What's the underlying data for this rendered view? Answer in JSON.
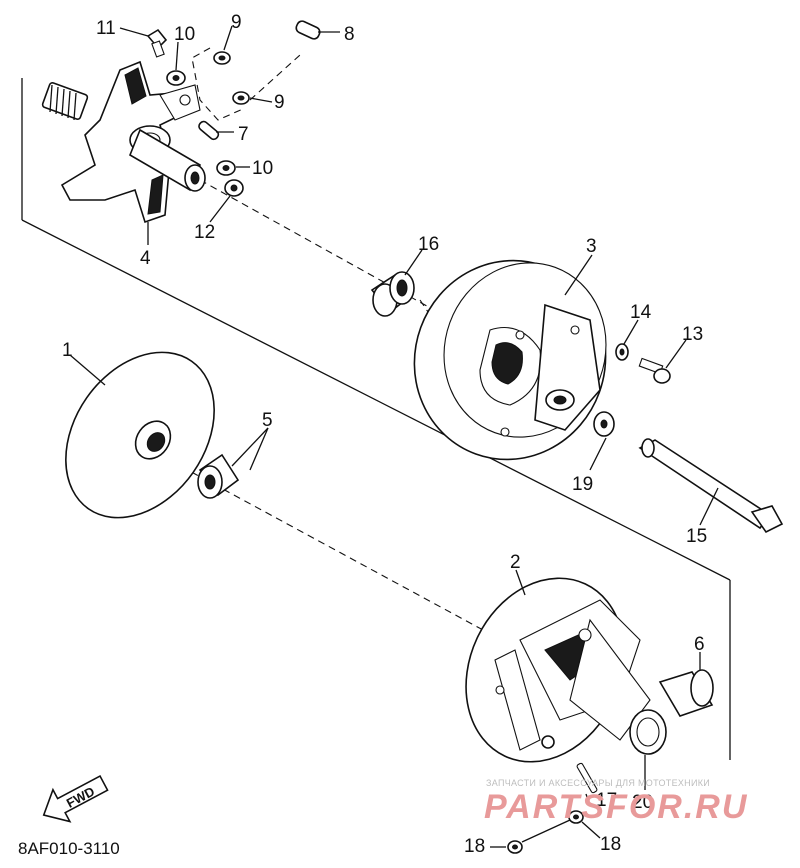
{
  "diagram_code": "8AF010-3110",
  "fwd_label": "FWD",
  "watermark": {
    "top": "ЗАПЧАСТИ И АКСЕССУАРЫ ДЛЯ МОТОТЕХНИКИ",
    "main": "PARTSFOR.RU"
  },
  "callouts": {
    "c1": "1",
    "c2": "2",
    "c3": "3",
    "c4": "4",
    "c5": "5",
    "c6": "6",
    "c7": "7",
    "c8": "8",
    "c9a": "9",
    "c9b": "9",
    "c10a": "10",
    "c10b": "10",
    "c11": "11",
    "c12": "12",
    "c13": "13",
    "c14": "14",
    "c15": "15",
    "c16": "16",
    "c17": "17",
    "c18a": "18",
    "c18b": "18",
    "c19": "19",
    "c20": "20"
  }
}
